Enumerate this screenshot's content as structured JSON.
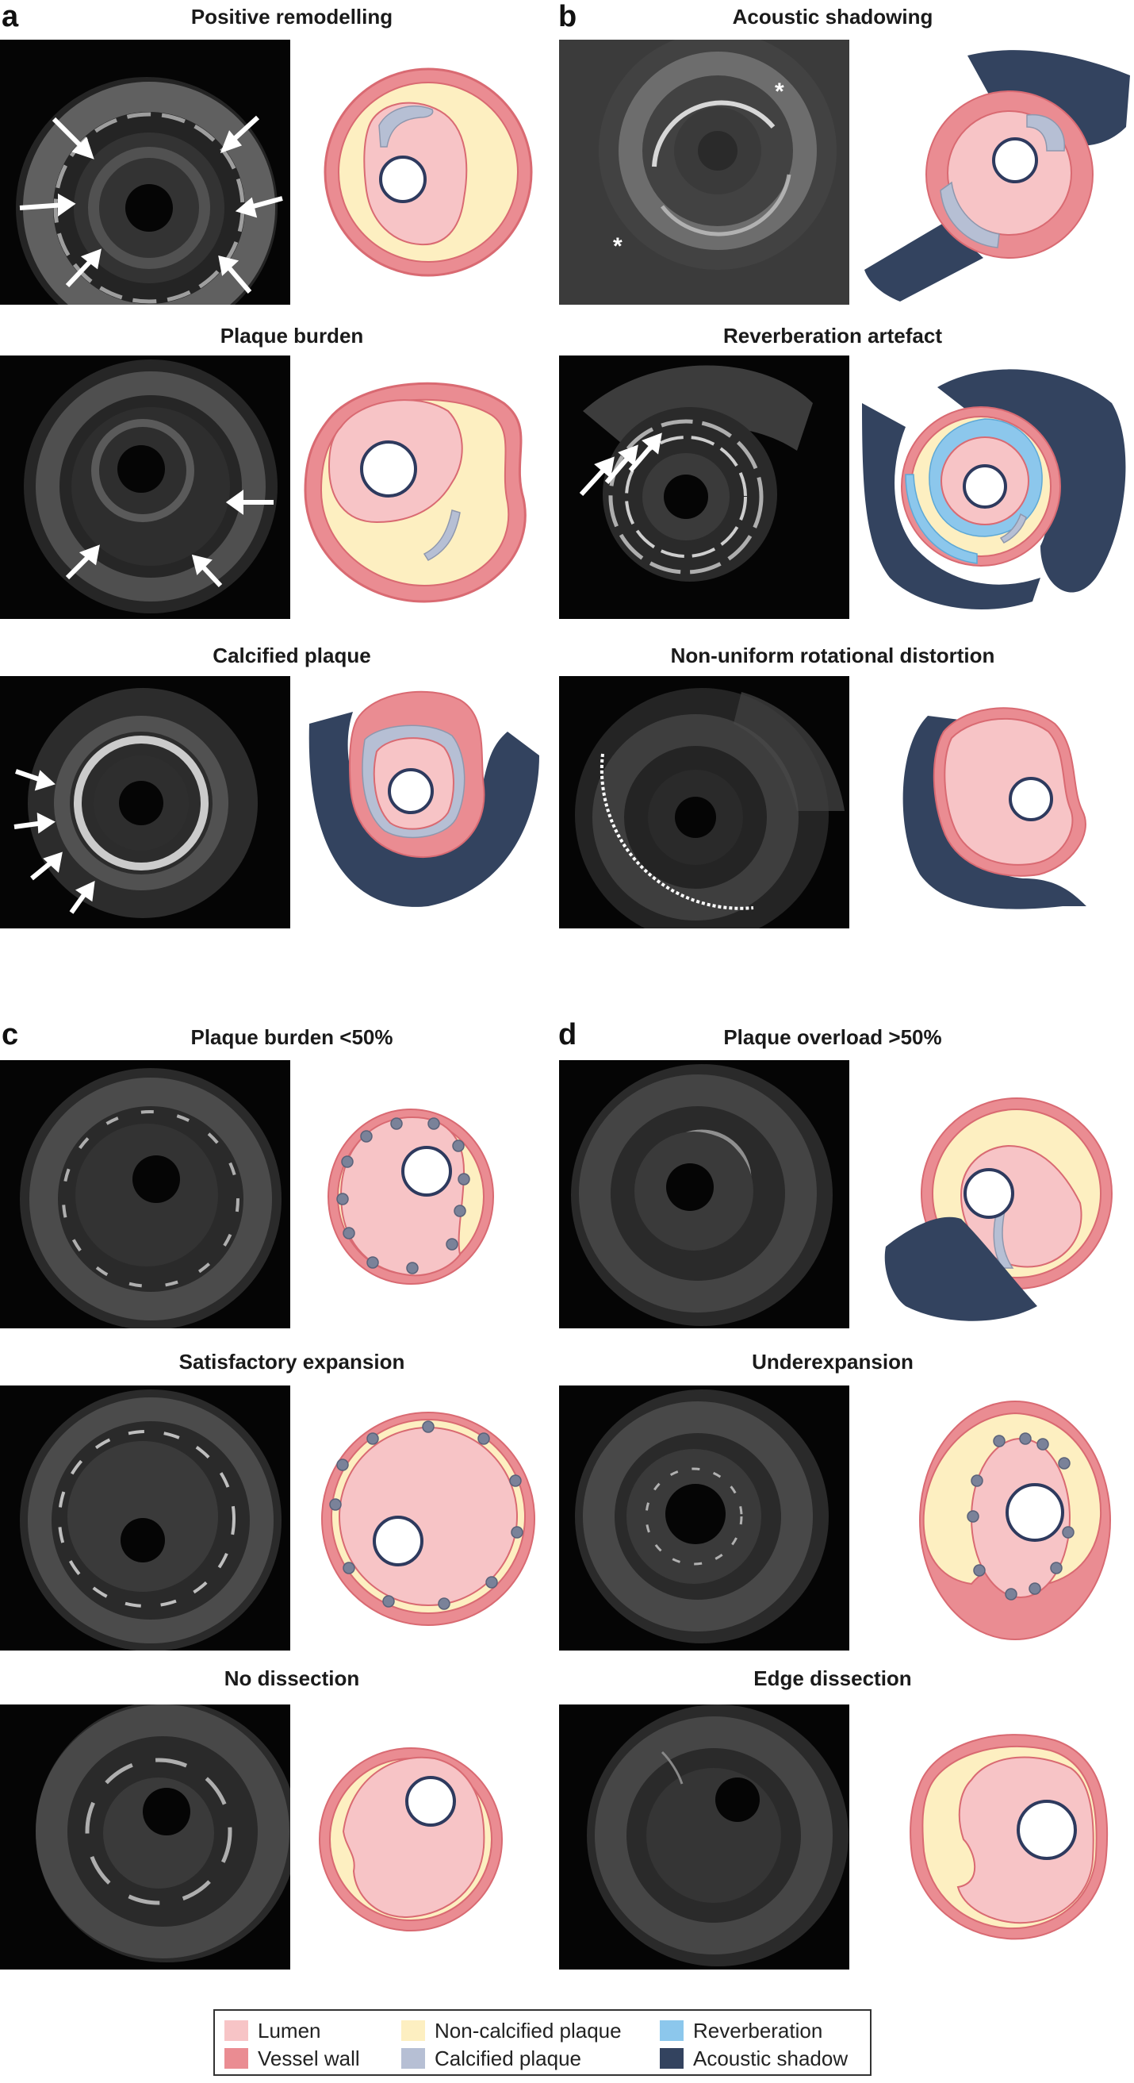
{
  "panels": {
    "a": {
      "label": "a",
      "titles": [
        "Positive remodelling",
        "Plaque burden",
        "Calcified plaque"
      ]
    },
    "b": {
      "label": "b",
      "titles": [
        "Acoustic shadowing",
        "Reverberation artefact",
        "Non-uniform rotational distortion"
      ]
    },
    "c": {
      "label": "c",
      "titles": [
        "Plaque burden <50%",
        "Satisfactory expansion",
        "No dissection"
      ]
    },
    "d": {
      "label": "d",
      "titles": [
        "Plaque overload >50%",
        "Underexpansion",
        "Edge dissection"
      ]
    }
  },
  "annotations": {
    "shadow_marker": "*"
  },
  "legend": {
    "items": [
      {
        "label": "Lumen",
        "color": "#f7c4c6"
      },
      {
        "label": "Vessel wall",
        "color": "#ea8c92"
      },
      {
        "label": "Non-calcified plaque",
        "color": "#fdefc1"
      },
      {
        "label": "Calcified plaque",
        "color": "#b6bfd4"
      },
      {
        "label": "Reverberation",
        "color": "#8cc7ec"
      },
      {
        "label": "Acoustic shadow",
        "color": "#33435f"
      }
    ]
  },
  "colors": {
    "lumen": "#f7c4c6",
    "vessel_wall": "#ea8c92",
    "vessel_outline": "#d96a72",
    "non_calcified": "#fdefc1",
    "calcified": "#b6bfd4",
    "reverberation": "#8cc7ec",
    "shadow": "#33435f",
    "catheter_outline": "#2e3a5e",
    "stent_strut": "#7a8299"
  }
}
